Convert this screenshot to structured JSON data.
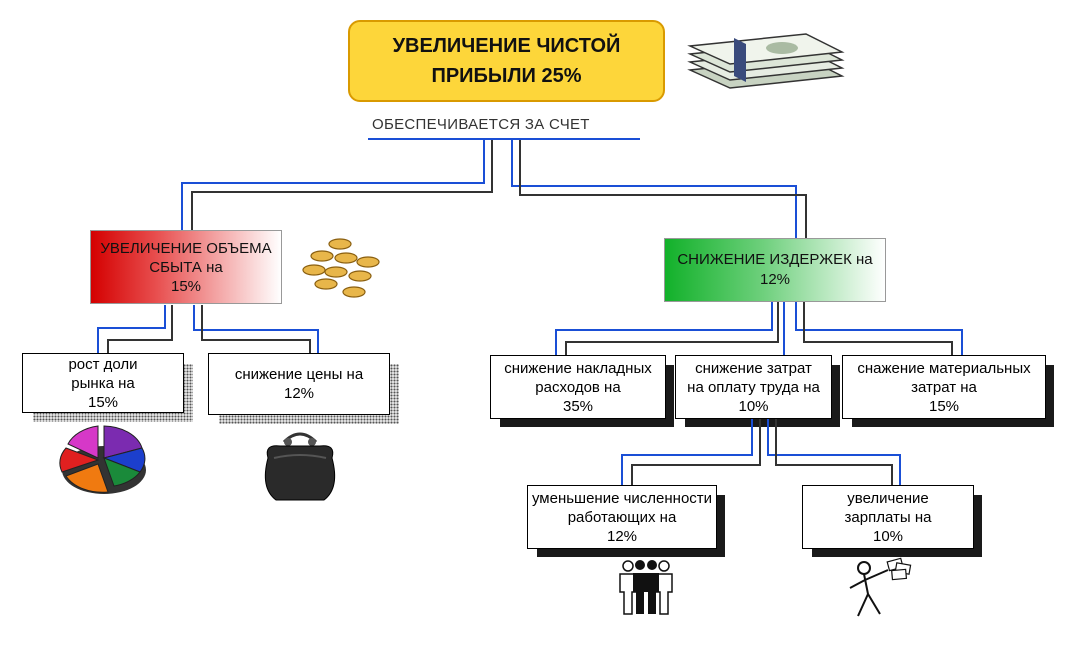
{
  "title": {
    "line1": "УВЕЛИЧЕНИЕ ЧИСТОЙ",
    "line2": "ПРИБЫЛИ 25%"
  },
  "subtitle": "ОБЕСПЕЧИВАЕТСЯ ЗА СЧЕТ",
  "left_branch": {
    "line1": "УВЕЛИЧЕНИЕ ОБЪЕМА",
    "line2": "СБЫТА на",
    "line3": "15%"
  },
  "right_branch": {
    "line1": "СНИЖЕНИЕ ИЗДЕРЖЕК на",
    "line2": "12%"
  },
  "left_children": [
    {
      "line1": "рост доли",
      "line2": "рынка на",
      "line3": "15%"
    },
    {
      "line1": "снижение цены на",
      "line2": "12%"
    }
  ],
  "right_children": [
    {
      "line1": "снижение накладных",
      "line2": "расходов на",
      "line3": "35%"
    },
    {
      "line1": "снижение затрат",
      "line2": "на оплату труда на",
      "line3": "10%"
    },
    {
      "line1": "снажение материальных",
      "line2": "затрат на",
      "line3": "15%"
    }
  ],
  "labor_children": [
    {
      "line1": "уменьшение численности",
      "line2": "работающих на",
      "line3": "12%"
    },
    {
      "line1": "увеличение",
      "line2": "зарплаты на",
      "line3": "10%"
    }
  ],
  "colors": {
    "connector": "#1a4fd6",
    "title_fill": "#fdd63a",
    "red": "#d40000",
    "green": "#12b12a"
  },
  "icons": [
    "money-stack-icon",
    "coins-icon",
    "pie-chart-icon",
    "purse-icon",
    "people-group-icon",
    "person-with-money-icon"
  ]
}
